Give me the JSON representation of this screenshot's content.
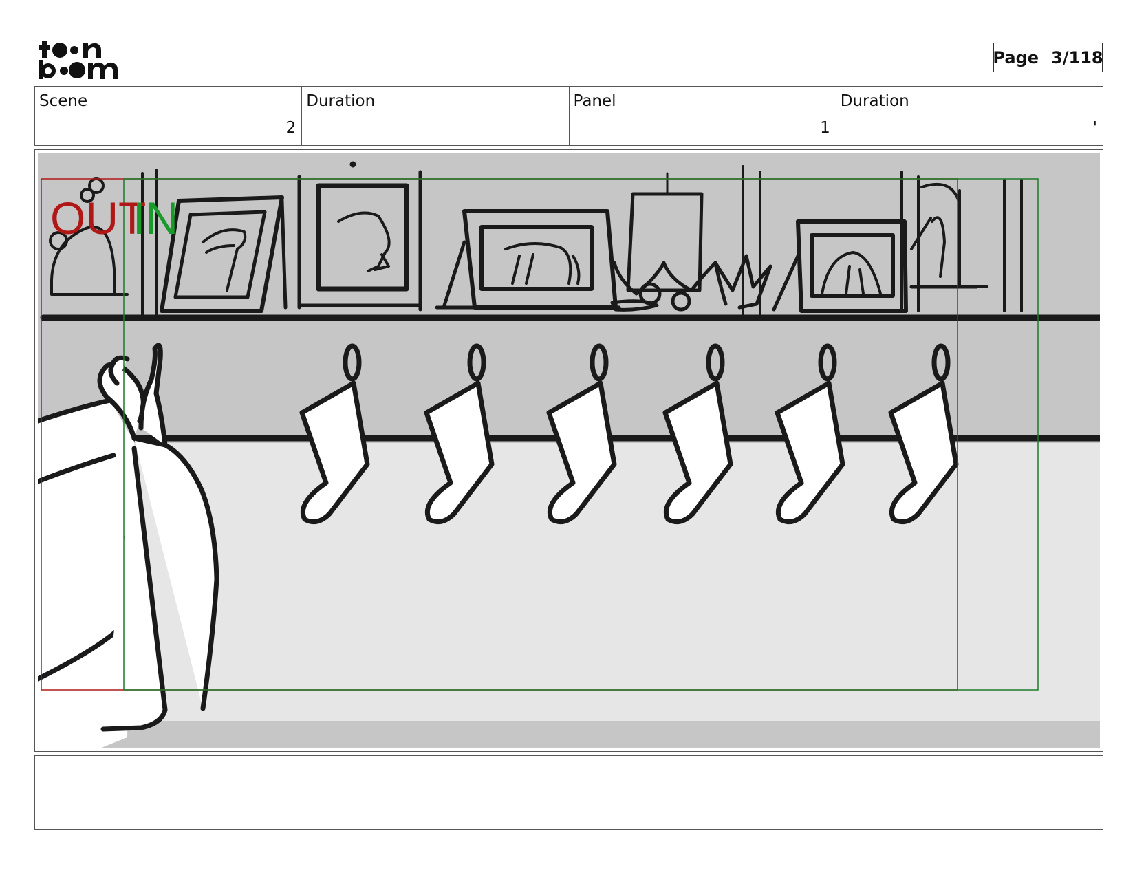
{
  "header": {
    "logo_text_top": "toon",
    "logo_text_bottom": "boom",
    "page_label": "Page",
    "page_value": "3/118"
  },
  "info_table": {
    "scene_label": "Scene",
    "scene_value": "2",
    "scene_duration_label": "Duration",
    "scene_duration_value": "",
    "panel_label": "Panel",
    "panel_value": "1",
    "panel_duration_label": "Duration",
    "panel_duration_value": "'"
  },
  "panel": {
    "out_label": "OUT",
    "in_label": "IN",
    "colors": {
      "out_frame": "#b01818",
      "in_frame": "#1a7a2a",
      "background_upper": "#c6c6c6",
      "background_lower": "#e6e6e6",
      "line": "#1a1a1a"
    }
  },
  "notes": {
    "text": ""
  }
}
